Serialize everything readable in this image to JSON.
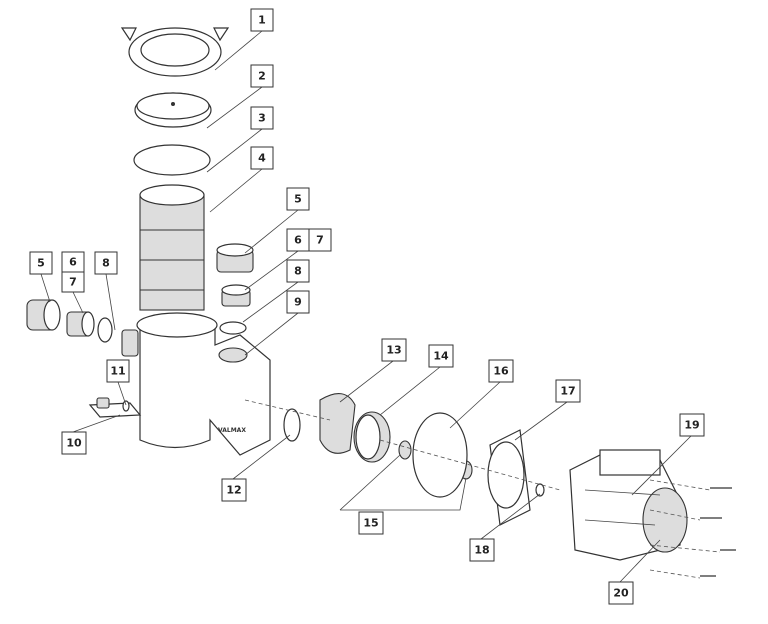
{
  "diagram": {
    "brand_mark": "VALMAX",
    "callouts": [
      "1",
      "2",
      "3",
      "4",
      "5",
      "6",
      "7",
      "8",
      "9",
      "5",
      "6",
      "7",
      "8",
      "11",
      "10",
      "12",
      "13",
      "14",
      "15",
      "16",
      "17",
      "18",
      "19",
      "20"
    ]
  }
}
